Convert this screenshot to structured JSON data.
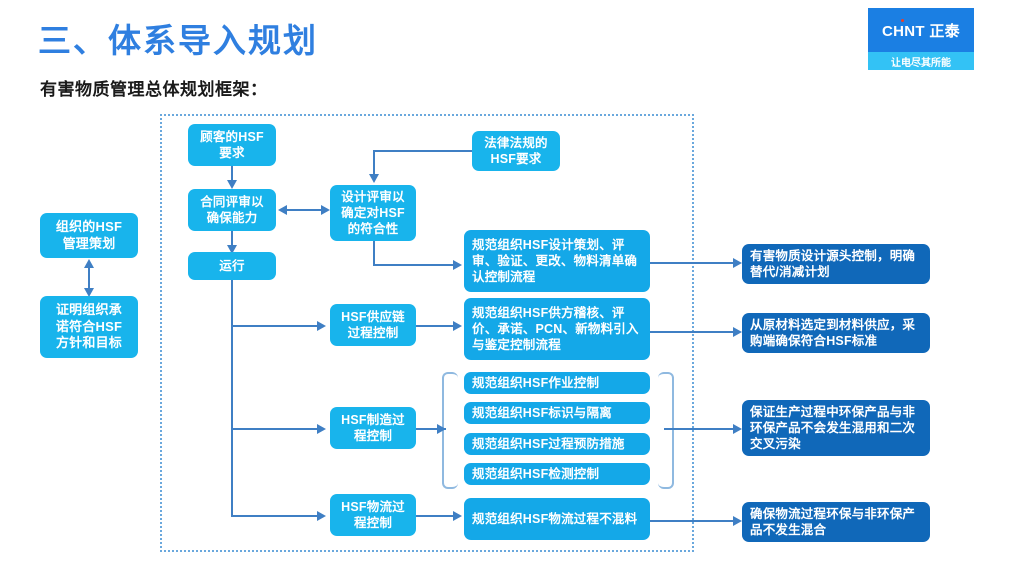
{
  "header": {
    "title": "三、体系导入规划",
    "subtitle": "有害物质管理总体规划框架："
  },
  "logo": {
    "brand": "CHNT 正泰",
    "tagline": "让电尽其所能",
    "brand_color": "#1b7fe3",
    "tagline_color": "#33c2f5"
  },
  "colors": {
    "title": "#2f7fe0",
    "node_cyan": "#18b4ec",
    "node_deep": "#1068b9",
    "connector": "#3f7fc4",
    "dotted_border": "#6aa8dd",
    "bracket": "#8fb9e0"
  },
  "left_column": [
    {
      "id": "org-hsf-plan",
      "label": "组织的HSF\n管理策划"
    },
    {
      "id": "prove-commitment",
      "label": "证明组织承\n诺符合HSF\n方针和目标"
    }
  ],
  "flow_column": [
    {
      "id": "customer-hsf-req",
      "label": "顾客的HSF\n要求"
    },
    {
      "id": "contract-review",
      "label": "合同评审以\n确保能力"
    },
    {
      "id": "operation",
      "label": "运行"
    },
    {
      "id": "supply-chain-control",
      "label": "HSF供应链\n过程控制"
    },
    {
      "id": "manufacturing-control",
      "label": "HSF制造过\n程控制"
    },
    {
      "id": "logistics-control",
      "label": "HSF物流过\n程控制"
    }
  ],
  "design_review": {
    "id": "design-review",
    "label": "设计评审以\n确定对HSF\n的符合性"
  },
  "legal_req": {
    "id": "legal-hsf-req",
    "label": "法律法规的\nHSF要求"
  },
  "process_column": [
    {
      "id": "design-process",
      "label": "规范组织HSF设计策划、评审、验证、更改、物料清单确认控制流程"
    },
    {
      "id": "supplier-process",
      "label": "规范组织HSF供方稽核、评价、承诺、PCN、新物料引入与鉴定控制流程"
    },
    {
      "id": "logistics-process",
      "label": "规范组织HSF物流过程不混料"
    }
  ],
  "manufacturing_subprocess": [
    {
      "id": "mfg-operation-control",
      "label": "规范组织HSF作业控制"
    },
    {
      "id": "mfg-identify-isolate",
      "label": "规范组织HSF标识与隔离"
    },
    {
      "id": "mfg-prevention",
      "label": "规范组织HSF过程预防措施"
    },
    {
      "id": "mfg-inspection",
      "label": "规范组织HSF检测控制"
    }
  ],
  "outcomes": [
    {
      "id": "outcome-design",
      "label": "有害物质设计源头控制，明确替代/消减计划"
    },
    {
      "id": "outcome-material",
      "label": "从原材料选定到材料供应，采购端确保符合HSF标准"
    },
    {
      "id": "outcome-production",
      "label": "保证生产过程中环保产品与非环保产品不会发生混用和二次交叉污染"
    },
    {
      "id": "outcome-logistics",
      "label": "确保物流过程环保与非环保产品不发生混合"
    }
  ]
}
